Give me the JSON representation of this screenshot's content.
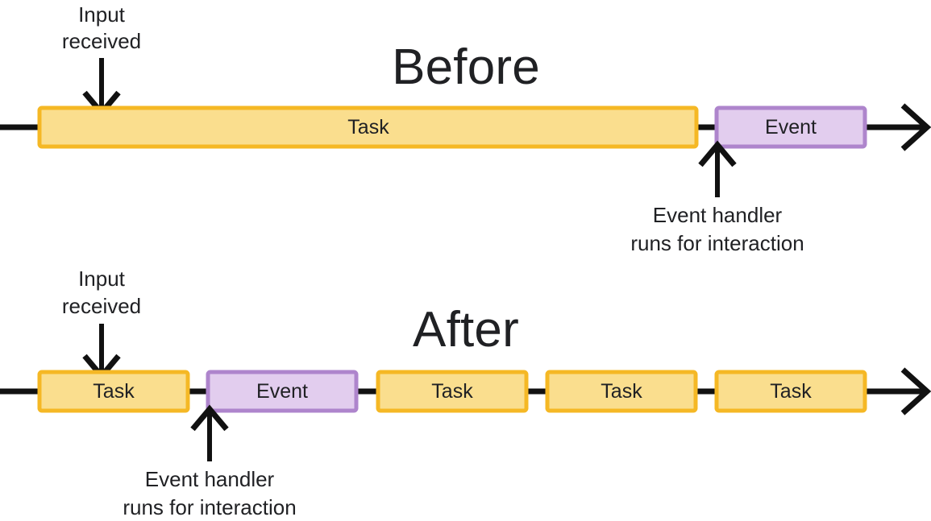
{
  "diagram": {
    "title_before": "Before",
    "title_after": "After",
    "colors": {
      "task_fill": "#FADE8E",
      "task_border": "#F5B825",
      "event_fill": "#E2CDEE",
      "event_border": "#AE85CC",
      "line": "#111111",
      "text": "#202124",
      "background": "#FFFFFF"
    },
    "before": {
      "title": "Before",
      "input_annotation_line1": "Input",
      "input_annotation_line2": "received",
      "handler_annotation_line1": "Event handler",
      "handler_annotation_line2": "runs for interaction",
      "blocks": [
        {
          "label": "Task",
          "type": "task"
        },
        {
          "label": "Event",
          "type": "event"
        }
      ]
    },
    "after": {
      "title": "After",
      "input_annotation_line1": "Input",
      "input_annotation_line2": "received",
      "handler_annotation_line1": "Event handler",
      "handler_annotation_line2": "runs for interaction",
      "blocks": [
        {
          "label": "Task",
          "type": "task"
        },
        {
          "label": "Event",
          "type": "event"
        },
        {
          "label": "Task",
          "type": "task"
        },
        {
          "label": "Task",
          "type": "task"
        },
        {
          "label": "Task",
          "type": "task"
        }
      ]
    }
  }
}
